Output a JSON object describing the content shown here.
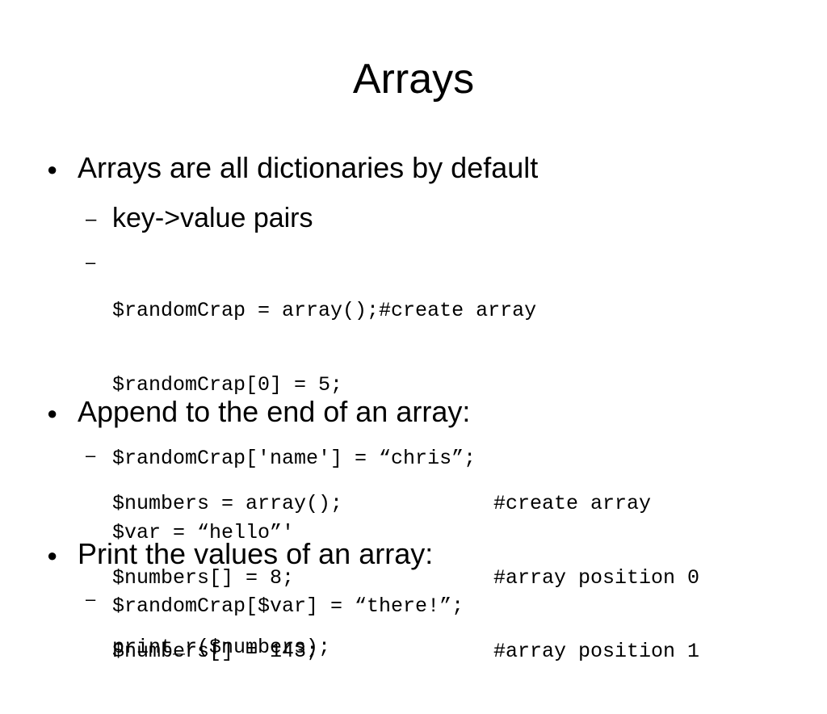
{
  "slide": {
    "title": "Arrays",
    "bullets": [
      {
        "text": "Arrays are all dictionaries by default",
        "subitems": [
          {
            "kind": "text",
            "text": "key->value pairs"
          },
          {
            "kind": "code",
            "lines": [
              "$randomCrap = array();#create array",
              "$randomCrap[0] = 5;",
              "$randomCrap['name'] = “chris”;",
              "$var = “hello”'",
              "$randomCrap[$var] = “there!”;"
            ]
          }
        ]
      },
      {
        "text": "Append to the end of an array:",
        "subitems": [
          {
            "kind": "code2",
            "rows": [
              {
                "code": "$numbers = array();",
                "comment": "#create array"
              },
              {
                "code": "$numbers[] = 8;",
                "comment": "#array position 0"
              },
              {
                "code": "$numbers[] = 143;",
                "comment": "#array position 1"
              }
            ]
          }
        ]
      },
      {
        "text": "Print the values of an array:",
        "subitems": [
          {
            "kind": "code",
            "lines": [
              "print_r($numbers);"
            ]
          }
        ]
      }
    ],
    "bullet_glyph": "●",
    "dash_glyph": "–"
  }
}
